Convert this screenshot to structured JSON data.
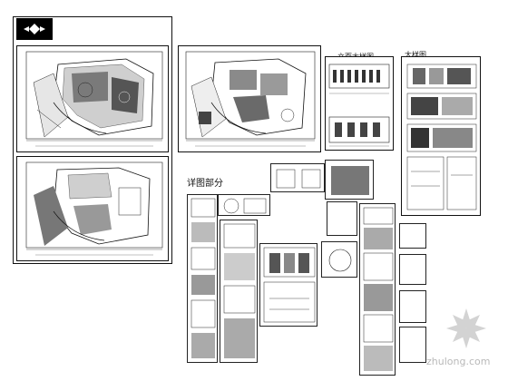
{
  "section_label": "详图部分",
  "header_label_1": "立面大样图",
  "header_label_2": "大样图",
  "watermark": {
    "text": "zhulong.com",
    "color": "#b9b9b9"
  },
  "colors": {
    "line": "#111111",
    "background": "#ffffff"
  }
}
